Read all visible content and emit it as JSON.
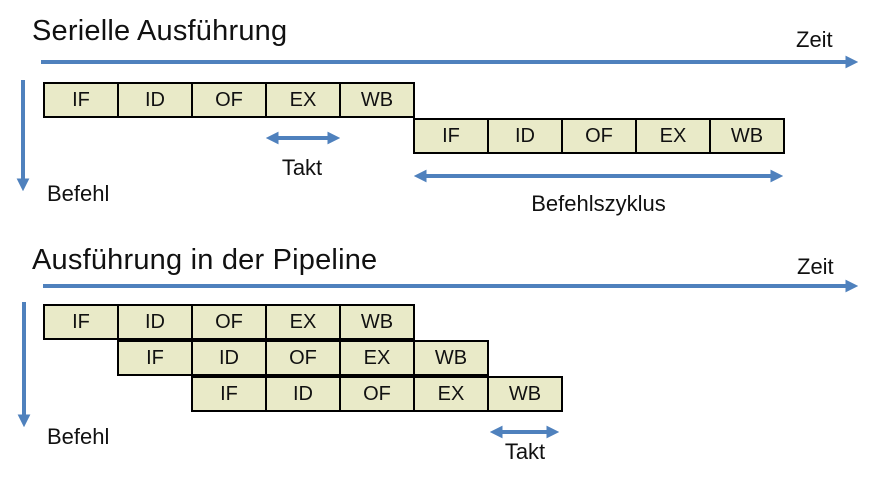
{
  "colors": {
    "accent": "#4f81bd",
    "box_fill": "#e9eac8",
    "box_border": "#000000",
    "text": "#111111"
  },
  "sections": [
    {
      "title": "Serielle Ausführung",
      "time_axis_label": "Zeit",
      "instruction_axis_label": "Befehl",
      "takt_label": "Takt",
      "cycle_label": "Befehlszyklus",
      "rows": [
        {
          "stages": [
            "IF",
            "ID",
            "OF",
            "EX",
            "WB"
          ]
        },
        {
          "stages": [
            "IF",
            "ID",
            "OF",
            "EX",
            "WB"
          ]
        }
      ]
    },
    {
      "title": "Ausführung in der Pipeline",
      "time_axis_label": "Zeit",
      "instruction_axis_label": "Befehl",
      "takt_label": "Takt",
      "rows": [
        {
          "stages": [
            "IF",
            "ID",
            "OF",
            "EX",
            "WB"
          ]
        },
        {
          "stages": [
            "IF",
            "ID",
            "OF",
            "EX",
            "WB"
          ]
        },
        {
          "stages": [
            "IF",
            "ID",
            "OF",
            "EX",
            "WB"
          ]
        }
      ]
    }
  ]
}
